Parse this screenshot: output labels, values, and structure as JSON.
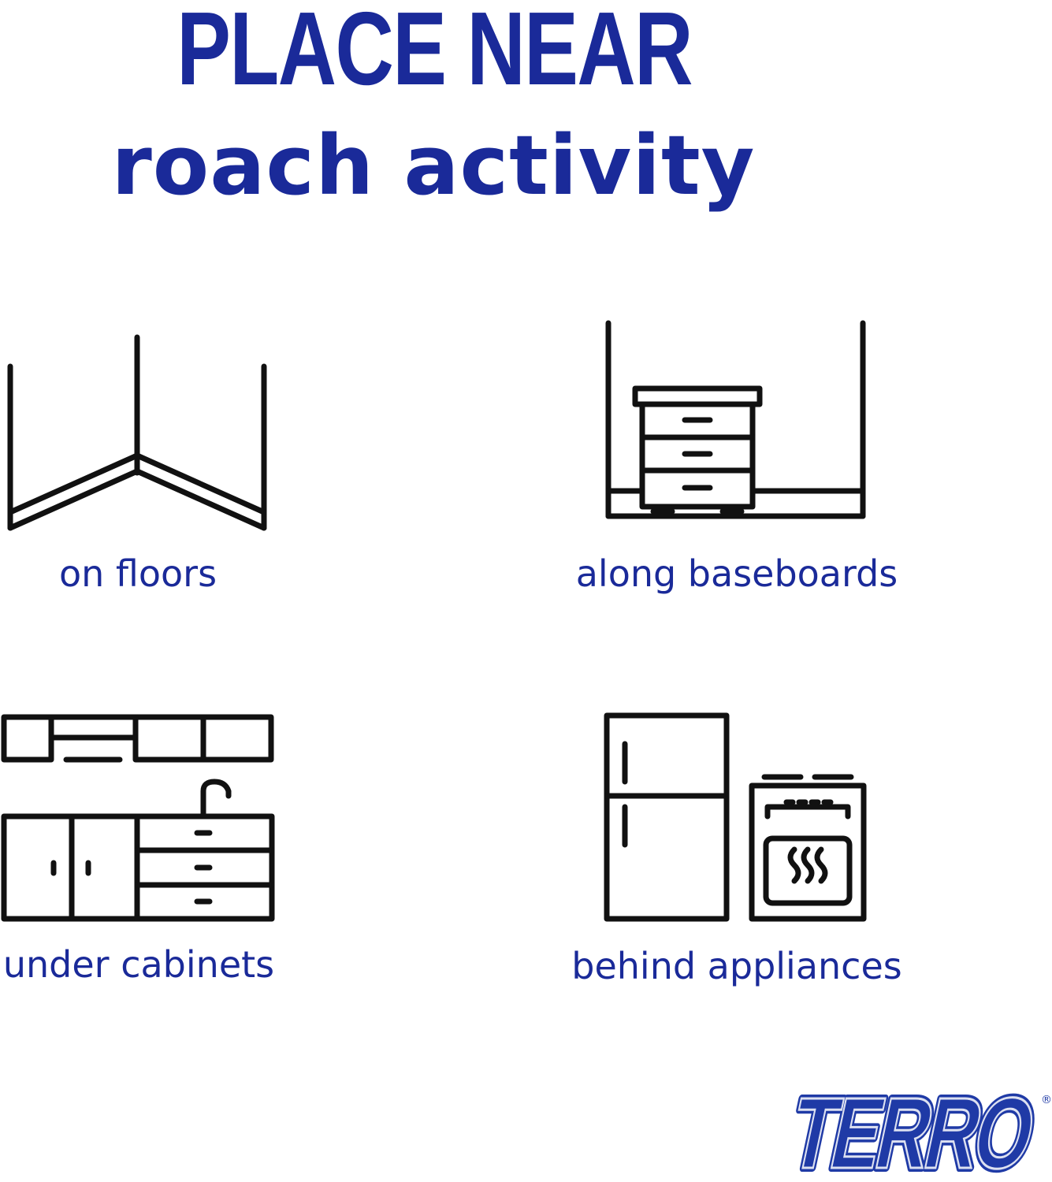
{
  "headline": {
    "main": "PLACE NEAR",
    "sub": "roach activity"
  },
  "locations": [
    {
      "label": "on floors",
      "icon": "floor-corner-icon"
    },
    {
      "label": "along baseboards",
      "icon": "baseboard-dresser-icon"
    },
    {
      "label": "under cabinets",
      "icon": "kitchen-cabinets-icon"
    },
    {
      "label": "behind appliances",
      "icon": "fridge-stove-icon"
    }
  ],
  "brand": {
    "logo_text": "TERRO",
    "registered_mark": "®"
  },
  "colors": {
    "text_blue": "#1a2a99",
    "icon_stroke": "#111111",
    "logo_blue": "#1f3aa6",
    "background": "#ffffff"
  }
}
